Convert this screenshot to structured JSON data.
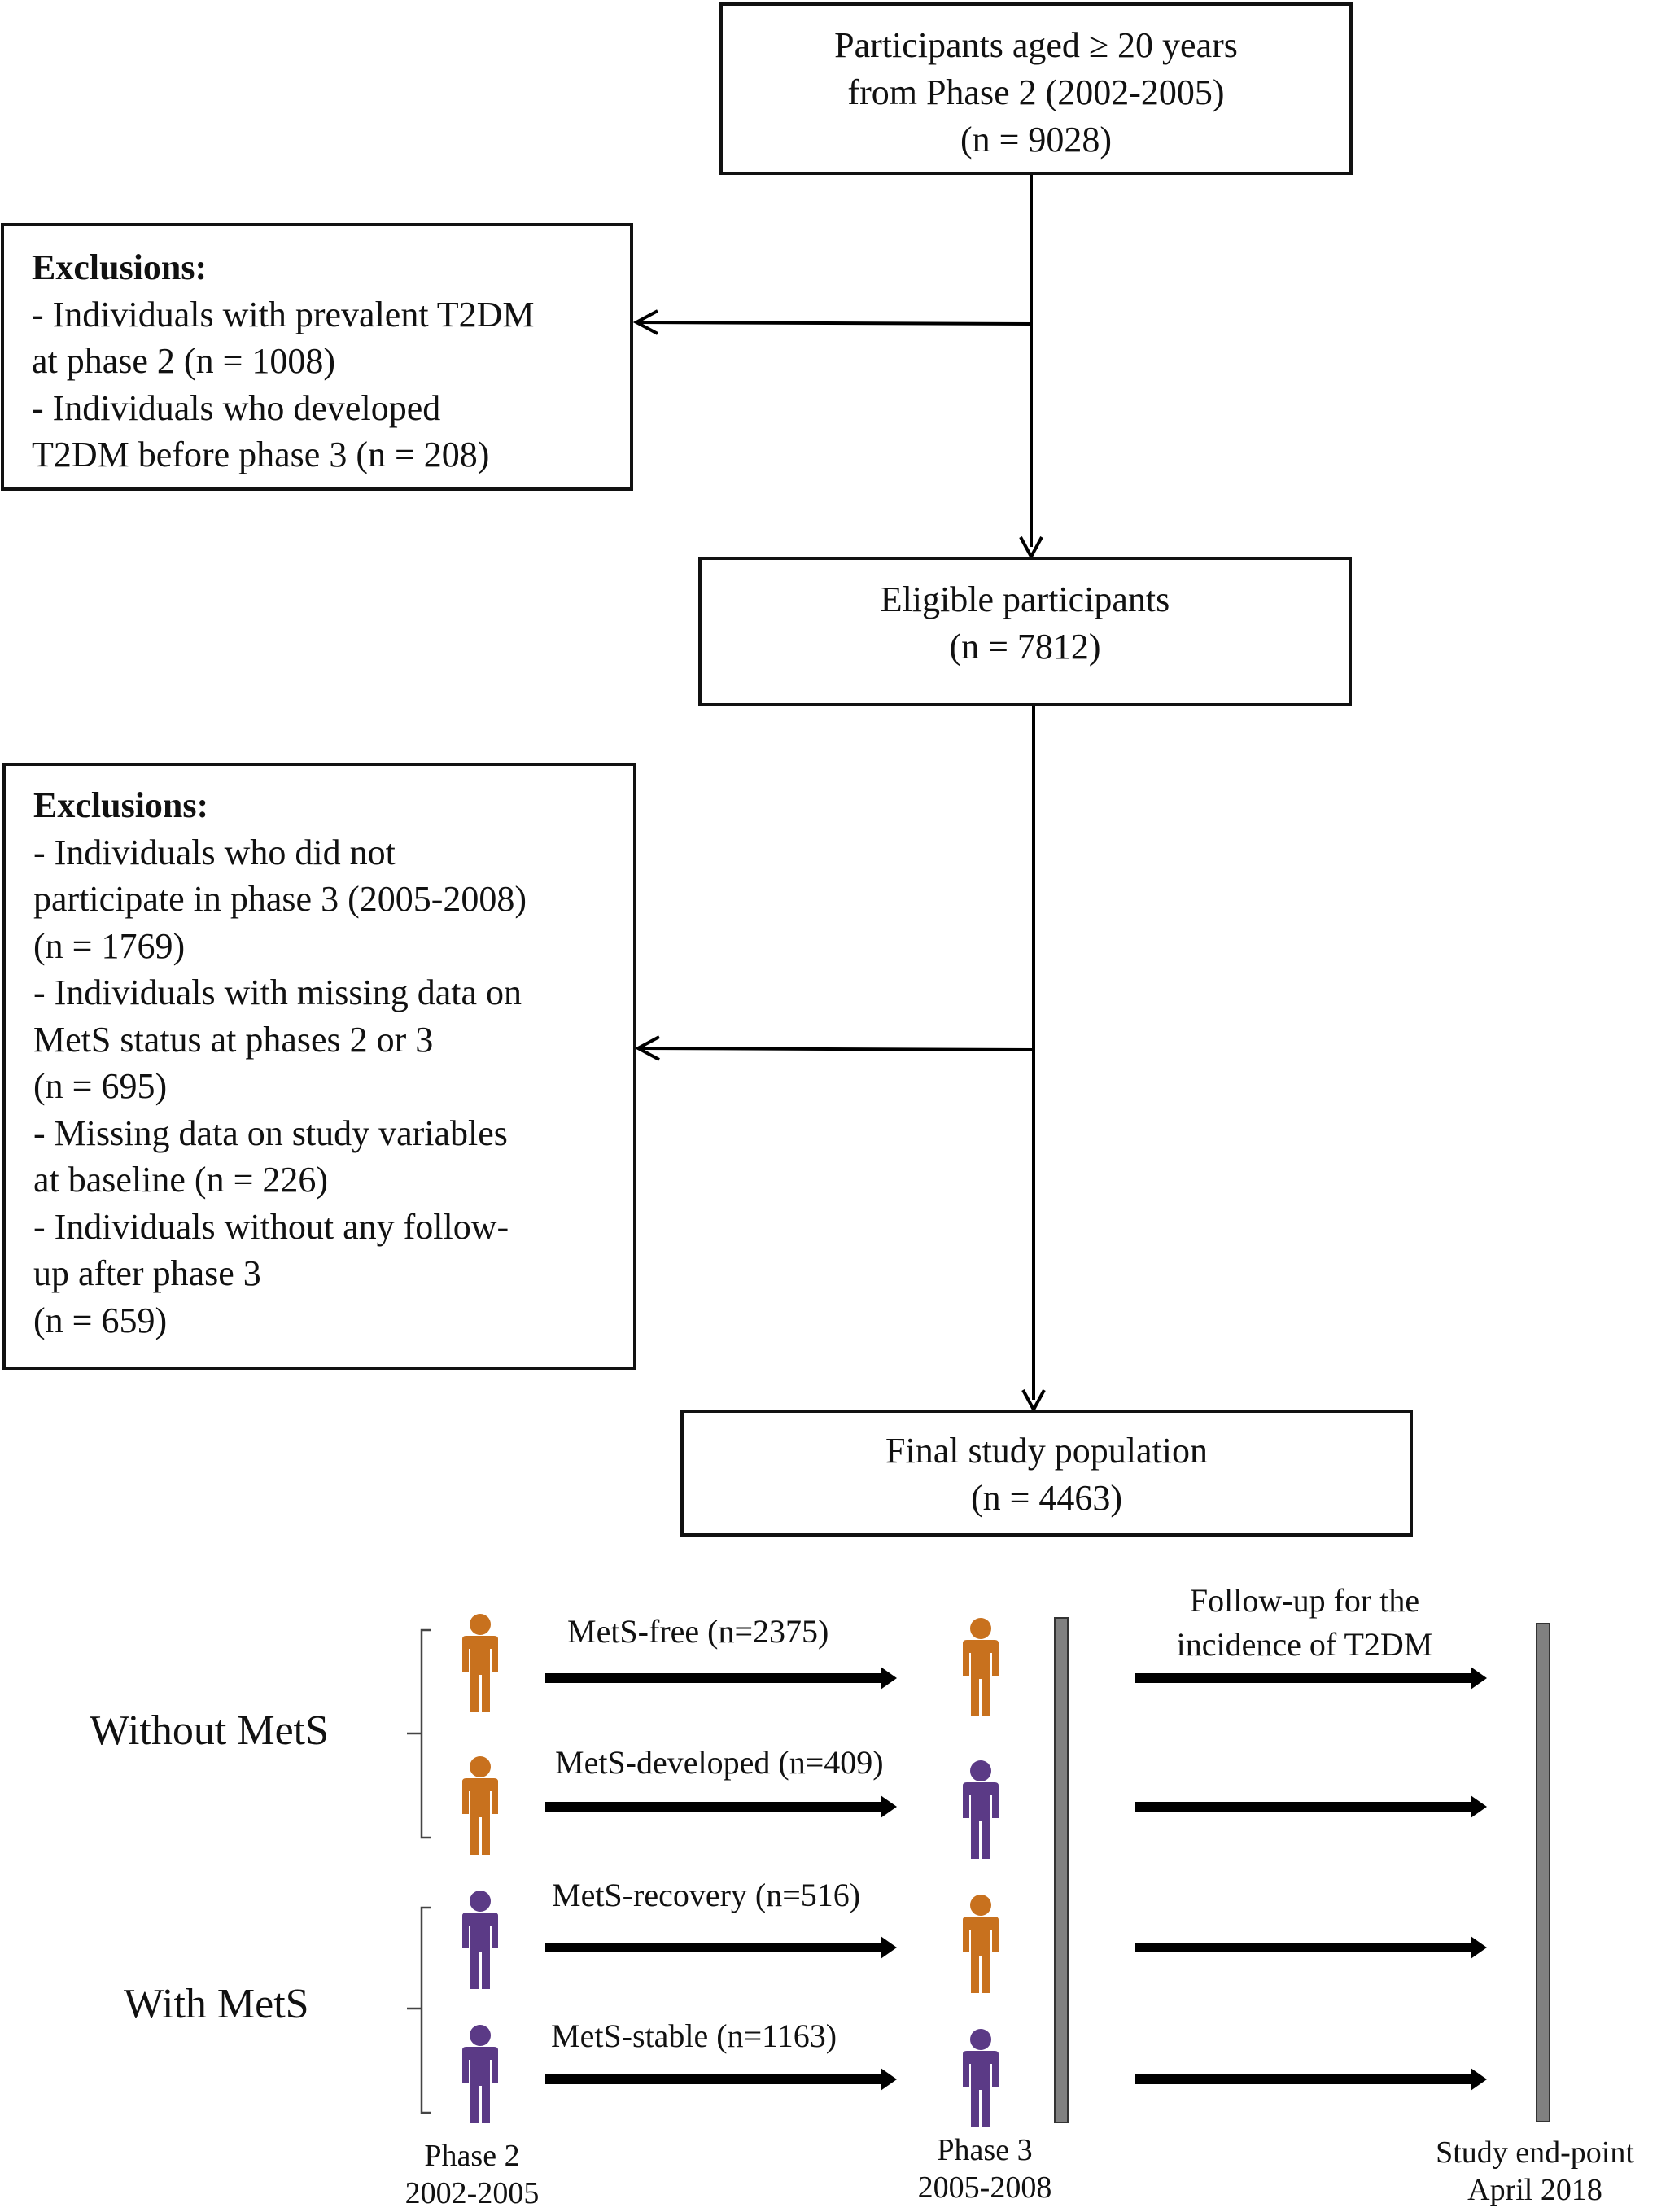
{
  "flowchart": {
    "box_start": {
      "lines": [
        "Participants aged ≥ 20 years",
        "from Phase 2 (2002-2005)",
        "(n = 9028)"
      ]
    },
    "exclusions_1": {
      "title": "Exclusions:",
      "lines": [
        "- Individuals with prevalent T2DM",
        "at phase 2 (n = 1008)",
        "- Individuals who developed",
        "T2DM before phase 3 (n = 208)"
      ]
    },
    "box_eligible": {
      "lines": [
        "Eligible participants",
        "(n = 7812)"
      ]
    },
    "exclusions_2": {
      "title": "Exclusions:",
      "lines": [
        "- Individuals who did not",
        "participate in phase 3 (2005-2008)",
        "(n = 1769)",
        "- Individuals with missing data on",
        "MetS status at phases 2 or 3",
        "(n = 695)",
        "- Missing data on study variables",
        "at baseline (n = 226)",
        "- Individuals without any follow-",
        "up after phase 3",
        "(n = 659)"
      ]
    },
    "box_final": {
      "lines": [
        "Final study population",
        "(n = 4463)"
      ]
    }
  },
  "timeline": {
    "group_without": "Without MetS",
    "group_with": "With MetS",
    "transitions": [
      {
        "label": "MetS-free (n=2375)",
        "phase2_status": "without",
        "phase3_status": "without"
      },
      {
        "label": "MetS-developed (n=409)",
        "phase2_status": "without",
        "phase3_status": "with"
      },
      {
        "label": "MetS-recovery (n=516)",
        "phase2_status": "with",
        "phase3_status": "without"
      },
      {
        "label": "MetS-stable (n=1163)",
        "phase2_status": "with",
        "phase3_status": "with"
      }
    ],
    "followup_label": [
      "Follow-up for the",
      "incidence of T2DM"
    ],
    "phase2": [
      "Phase 2",
      "2002-2005"
    ],
    "phase3": [
      "Phase 3",
      "2005-2008"
    ],
    "endpoint": [
      "Study end-point",
      "April 2018"
    ],
    "colors": {
      "without_mets": "#C8711E",
      "with_mets": "#5B3A86",
      "bar": "#808080",
      "arrow": "#000000"
    },
    "icons": {
      "without_mets": "person-icon",
      "with_mets": "person-icon"
    }
  }
}
